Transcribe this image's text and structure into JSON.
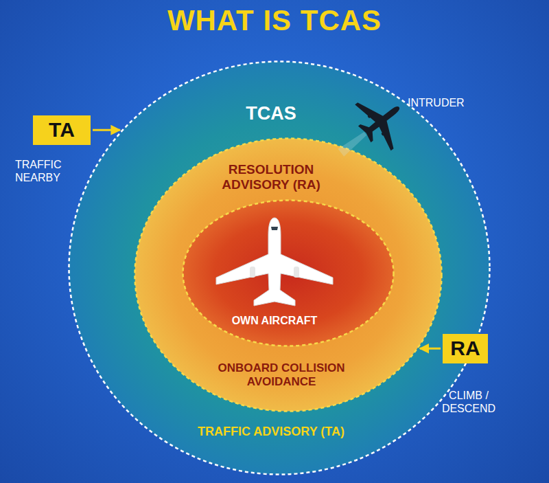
{
  "diagram": {
    "title": "WHAT IS TCAS",
    "nodes": [
      {
        "text": [
          "TA"
        ]
      },
      {
        "text": [
          "TCAS",
          "TRAFFIC ADVISORY (TA)"
        ]
      },
      {
        "text": [
          "RESOLUTION ADVISORY (RA)",
          "ONBOARD COLLISION AVOIDANCE"
        ],
        "in": 1
      },
      {
        "text": [
          "OWN AIRCRAFT"
        ],
        "in": 2
      },
      {
        "text": [
          "RA"
        ]
      }
    ],
    "edges": [
      {
        "from": 0,
        "to": 1,
        "arrow": "to"
      },
      {
        "from": 4,
        "to": 2,
        "arrow": "to"
      }
    ],
    "labels": [
      "TRAFFIC NEARBY",
      "INTRUDER",
      "CLIMB / DESCEND"
    ]
  }
}
